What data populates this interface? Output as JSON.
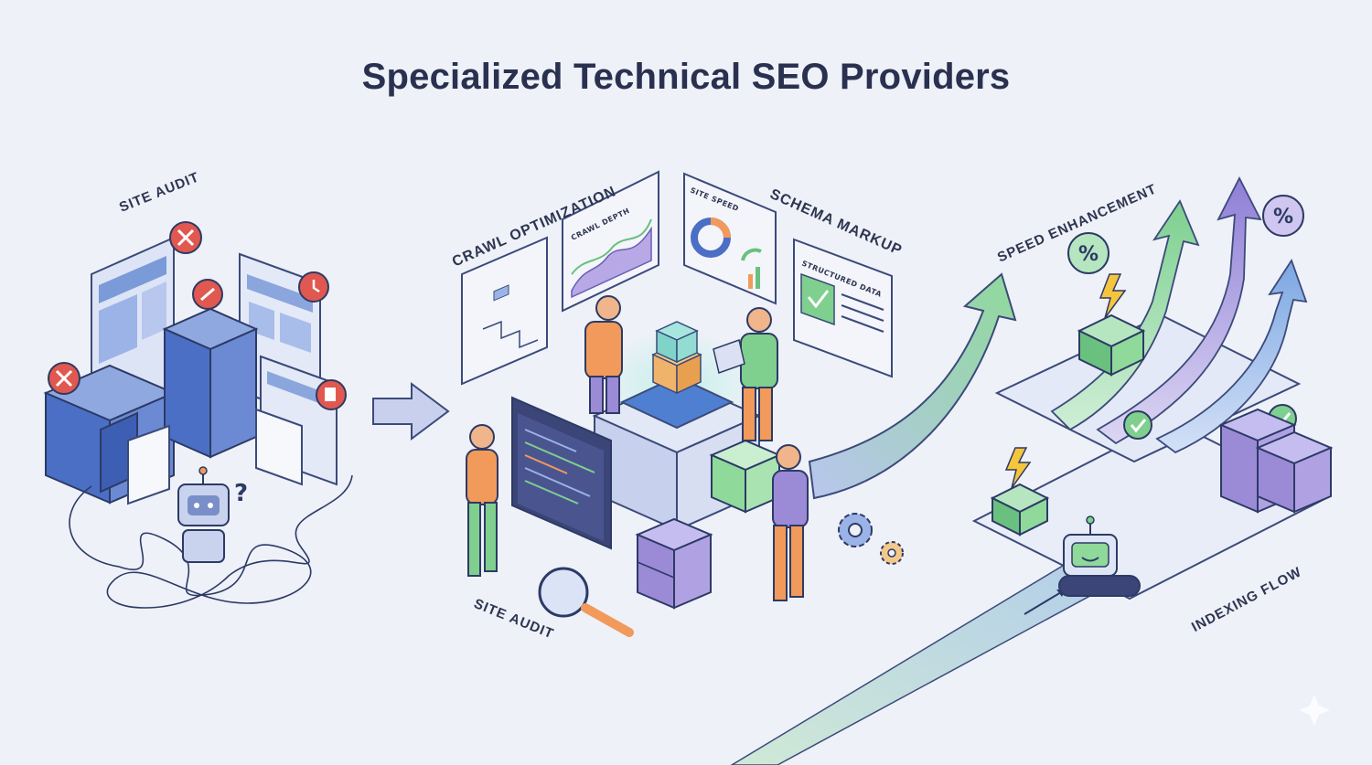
{
  "title": "Specialized Technical SEO Providers",
  "labels": {
    "site_audit_left": "SITE AUDIT",
    "crawl_optimization": "CRAWL OPTIMIZATION",
    "crawl_depth": "CRAWL DEPTH",
    "site_speed": "SITE SPEED",
    "schema_markup": "SCHEMA MARKUP",
    "structured_data": "STRUCTURED DATA",
    "site_audit_center": "SITE AUDIT",
    "speed_enhancement": "SPEED ENHANCEMENT",
    "indexing_flow": "INDEXING FLOW"
  },
  "icons": {
    "percent": "%",
    "question": "?"
  },
  "colors": {
    "background": "#eef1f8",
    "title": "#2a3150",
    "blue": "#4a6fc4",
    "green": "#7fcf8e",
    "purple": "#9b8ad6",
    "red": "#e0584f",
    "orange": "#f19a5b"
  }
}
